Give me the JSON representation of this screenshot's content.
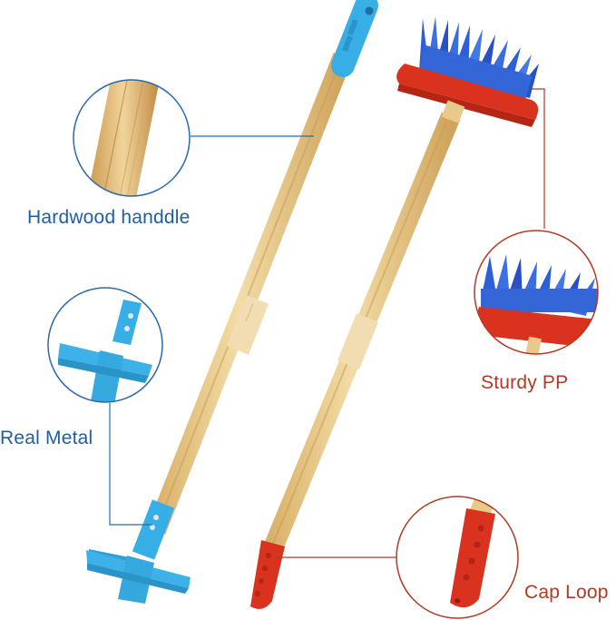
{
  "callouts": {
    "hardwood": "Hardwood handdle",
    "metal": "Real Metal",
    "pp": "Sturdy PP",
    "loop": "Cap Loop"
  },
  "colors": {
    "blue_accent": "#2a6aa8",
    "red_accent": "#b03a24",
    "wood": "#e7c98c",
    "bristle": "#2e5fd6",
    "plastic_red": "#d9331f",
    "plastic_blue": "#38aee6"
  }
}
